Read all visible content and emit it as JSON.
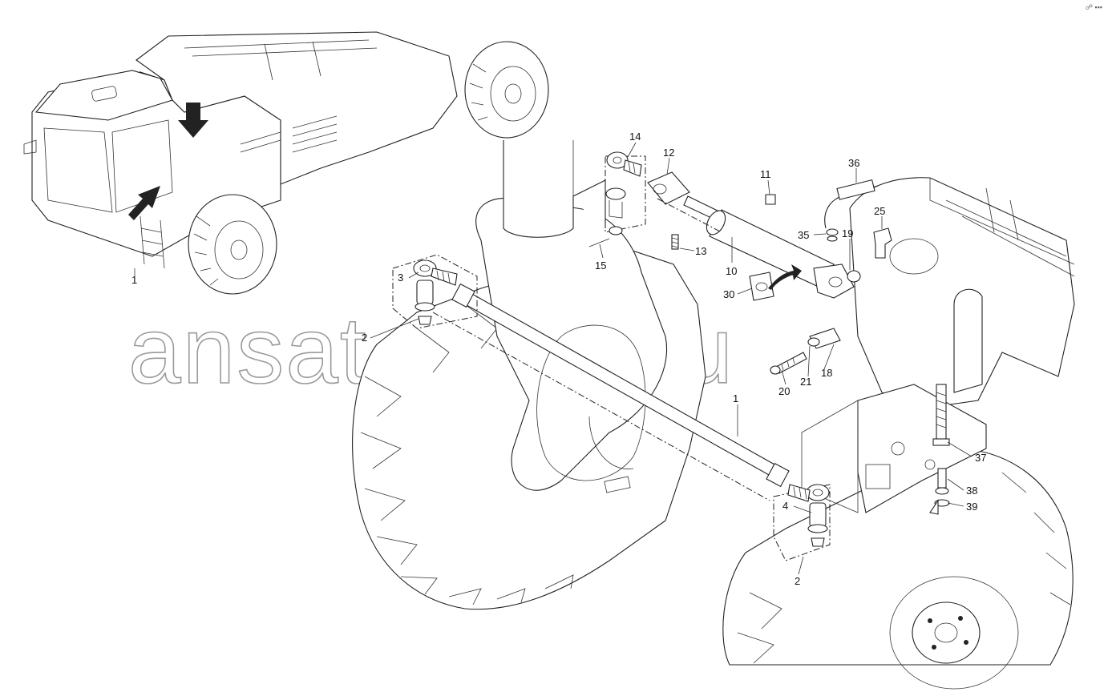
{
  "corner_mark": "☍ ▪▪▪",
  "watermark": "ansat-parts.ru",
  "callouts": [
    {
      "id": "c14",
      "label": "14"
    },
    {
      "id": "c12",
      "label": "12"
    },
    {
      "id": "c11",
      "label": "11"
    },
    {
      "id": "c36",
      "label": "36"
    },
    {
      "id": "c25",
      "label": "25"
    },
    {
      "id": "c35",
      "label": "35"
    },
    {
      "id": "c19",
      "label": "19"
    },
    {
      "id": "c13",
      "label": "13"
    },
    {
      "id": "c15",
      "label": "15"
    },
    {
      "id": "c10",
      "label": "10"
    },
    {
      "id": "c30",
      "label": "30"
    },
    {
      "id": "c3",
      "label": "3"
    },
    {
      "id": "c2a",
      "label": "2"
    },
    {
      "id": "c21",
      "label": "21"
    },
    {
      "id": "c18",
      "label": "18"
    },
    {
      "id": "c20",
      "label": "20"
    },
    {
      "id": "c1",
      "label": "1"
    },
    {
      "id": "c37",
      "label": "37"
    },
    {
      "id": "c38",
      "label": "38"
    },
    {
      "id": "c39",
      "label": "39"
    },
    {
      "id": "c4",
      "label": "4"
    },
    {
      "id": "c2b",
      "label": "2"
    }
  ],
  "inset_label": "1"
}
